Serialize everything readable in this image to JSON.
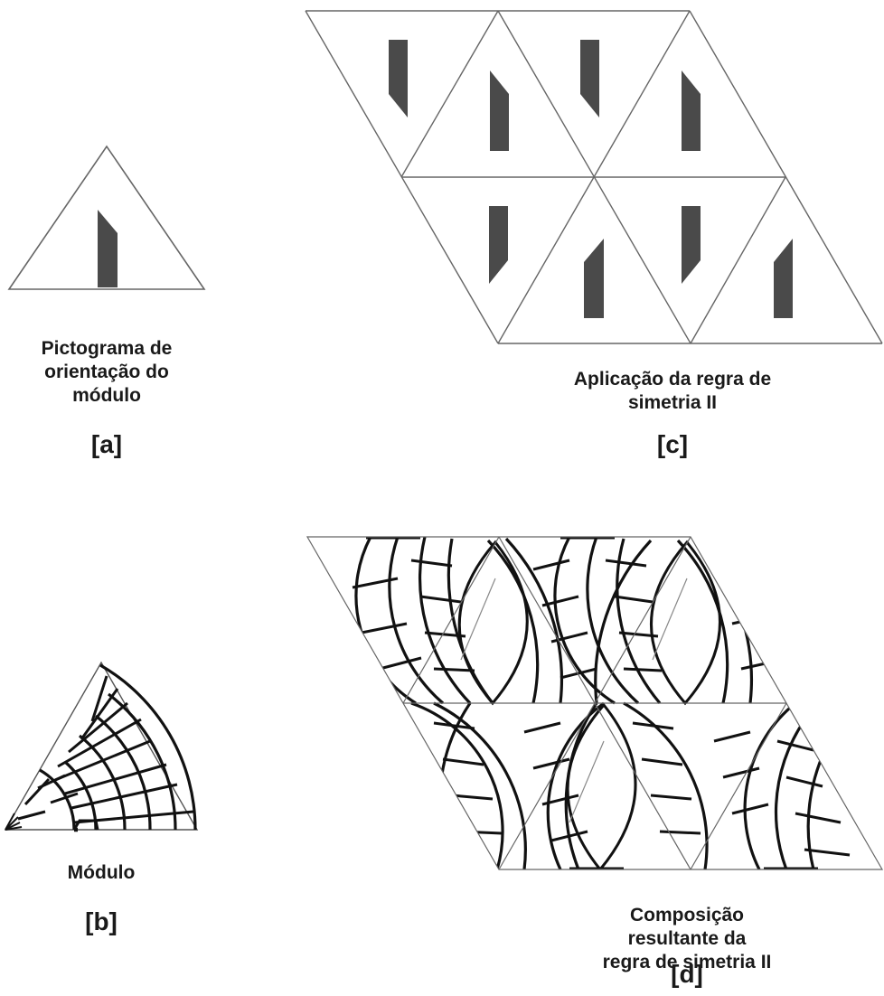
{
  "panels": {
    "a": {
      "caption": "Pictograma de\norientação do\nmódulo",
      "tag": "[a]"
    },
    "b": {
      "caption": "Módulo",
      "tag": "[b]"
    },
    "c": {
      "caption": "Aplicação da regra de\nsimetria II",
      "tag": "[c]"
    },
    "d": {
      "caption": "Composição resultante  da\nregra de simetria II",
      "tag": "[d]"
    }
  },
  "colors": {
    "outline": "#555555",
    "marker": "#4a4a4a",
    "ink": "#111111"
  }
}
